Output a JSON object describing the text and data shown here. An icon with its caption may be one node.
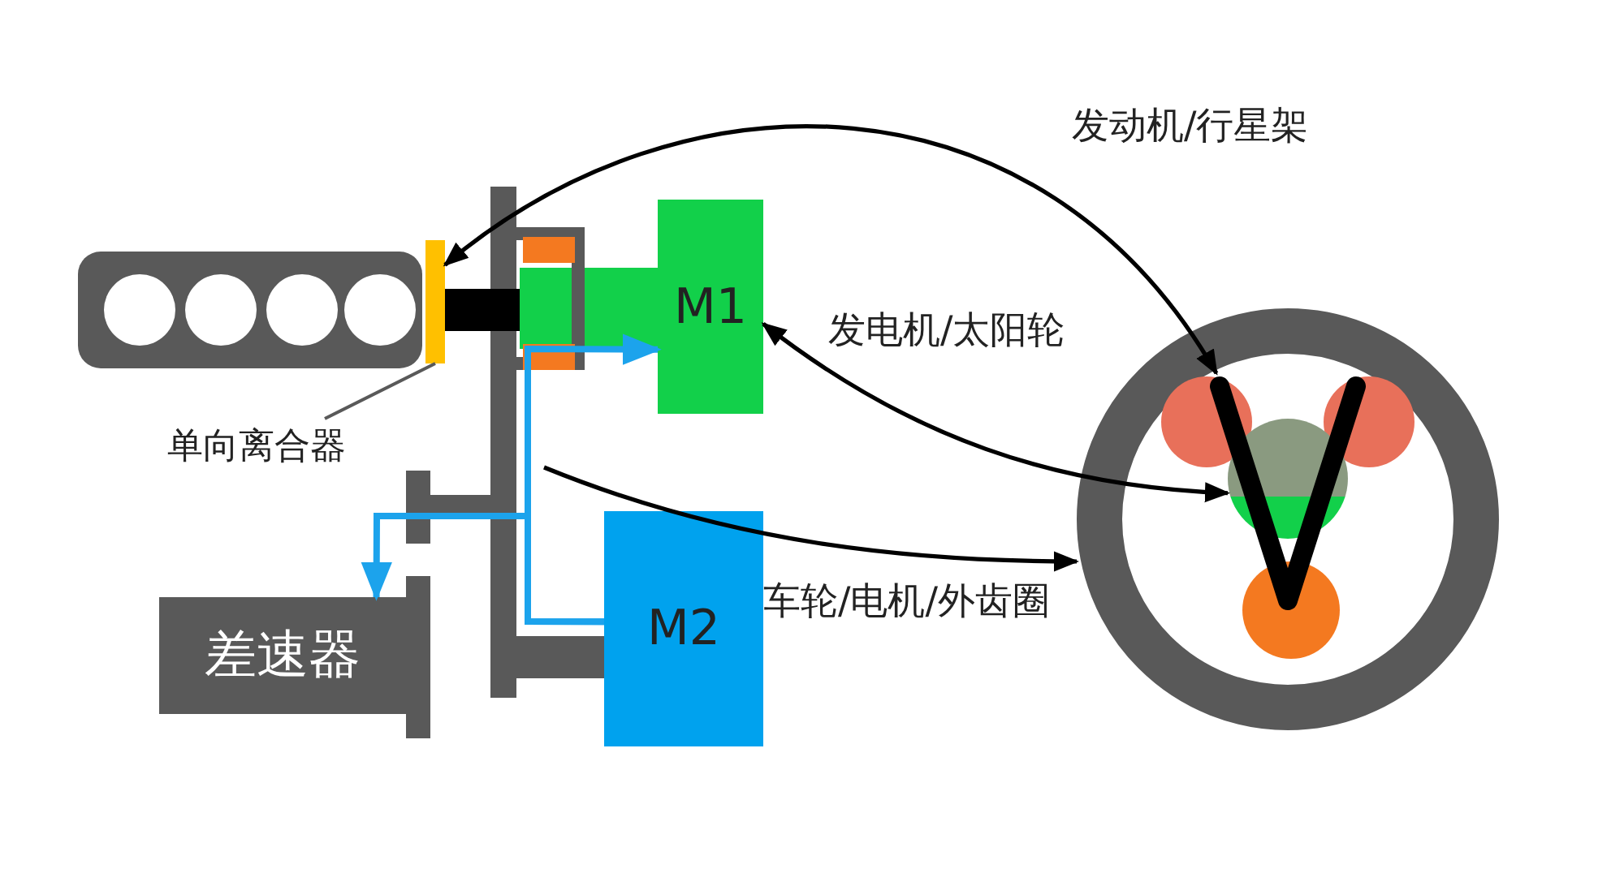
{
  "diagram": {
    "nodes": [
      {
        "text": [],
        "shape": "box"
      },
      {
        "text": [],
        "shape": "bar"
      },
      {
        "text": [
          "M1"
        ]
      },
      {
        "text": [
          "单向离合器"
        ]
      },
      {
        "text": [
          "差速器"
        ]
      },
      {
        "text": [
          "M2"
        ]
      },
      {
        "text": [],
        "shape": "circle"
      },
      {
        "text": [],
        "shape": "picture",
        "in": 6
      },
      {
        "text": [],
        "shape": "circle",
        "in": 7
      }
    ],
    "edges": [
      {
        "from": 1,
        "to": 7,
        "arrow": "both",
        "label": "发动机/行星架"
      },
      {
        "from": 2,
        "to": 8,
        "arrow": "both",
        "label": "发电机/太阳轮"
      },
      {
        "from": null,
        "to": 6,
        "arrow": "to",
        "label": "车轮/电机/外齿圈"
      },
      {
        "from": 5,
        "to": 4,
        "arrow": "to",
        "color": "#1ca3ec"
      },
      {
        "from": 5,
        "to": 2,
        "arrow": "to",
        "color": "#1ca3ec"
      },
      {
        "from": 3,
        "to": 1,
        "arrow": "none",
        "color": "#595959"
      }
    ]
  }
}
